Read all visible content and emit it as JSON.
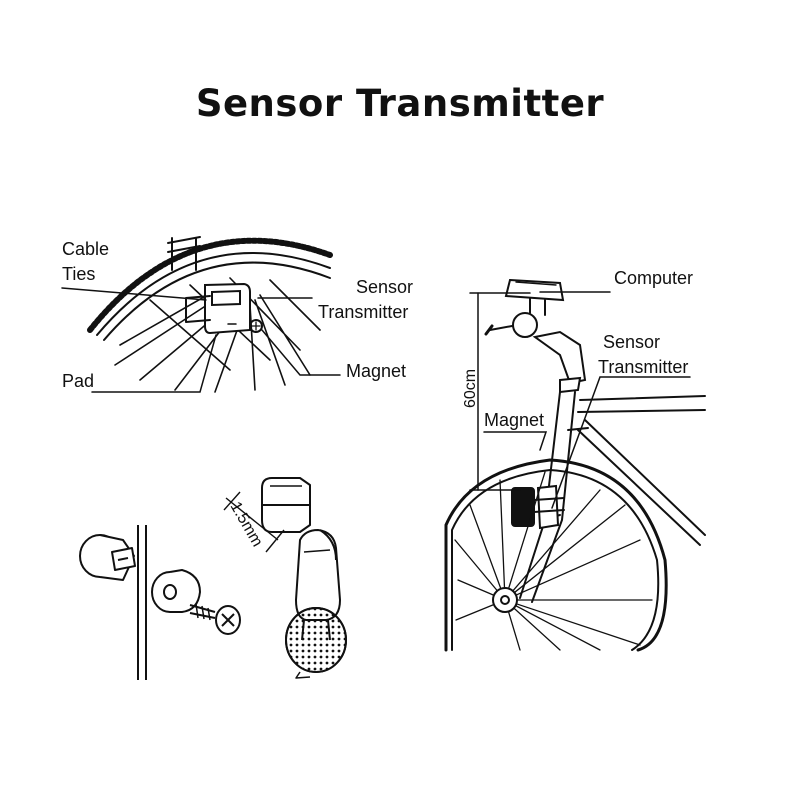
{
  "title": "Sensor Transmitter",
  "labels": {
    "cable": "Cable",
    "ties": "Ties",
    "pad": "Pad",
    "sensor_1": "Sensor",
    "transmitter_1": "Transmitter",
    "magnet_1": "Magnet",
    "computer": "Computer",
    "sensor_2": "Sensor",
    "transmitter_2": "Transmitter",
    "magnet_2": "Magnet",
    "height": "60cm",
    "gap": "1.5mm"
  },
  "colors": {
    "ink": "#111111",
    "background": "#ffffff"
  }
}
